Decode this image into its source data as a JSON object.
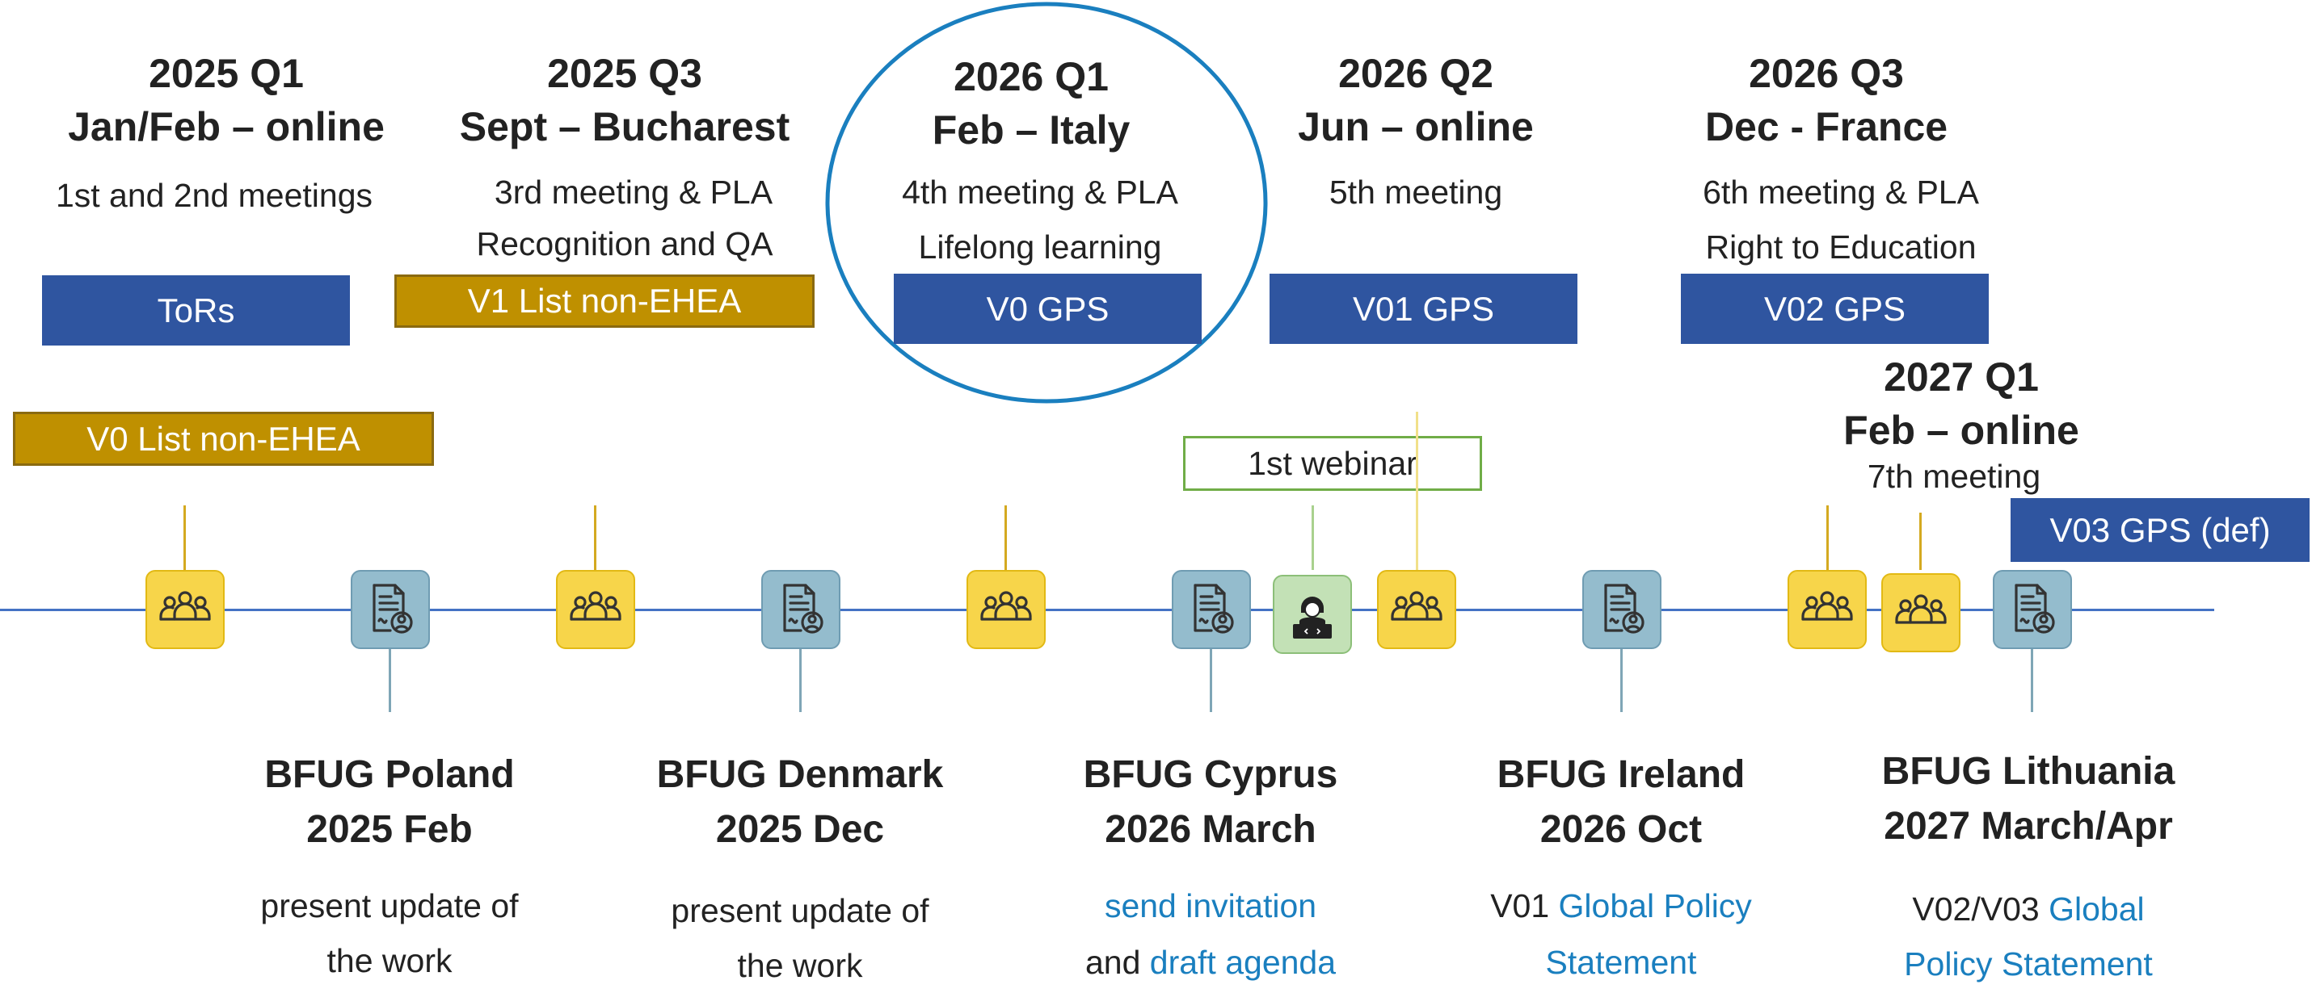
{
  "colors": {
    "meeting_icon": "#f7d54a",
    "doc_icon": "#94bccd",
    "webinar_icon": "#c3e1b6",
    "blue_box": "#2f55a0",
    "gold_box": "#bf9000",
    "timeline": "#4472c4",
    "link": "#1a7fbf",
    "highlight_circle": "#1a7fbf"
  },
  "top_events": [
    {
      "quarter": "2025 Q1",
      "place": "Jan/Feb – online",
      "desc1": "1st and 2nd  meetings",
      "desc2": "",
      "box": "ToRs",
      "box_color": "blue"
    },
    {
      "quarter": "2025 Q3",
      "place": "Sept – Bucharest",
      "desc1": "3rd meeting & PLA",
      "desc2": "Recognition and QA",
      "box": "V1 List non-EHEA",
      "box_color": "gold"
    },
    {
      "quarter": "2026 Q1",
      "place": "Feb – Italy",
      "desc1": "4th meeting & PLA",
      "desc2": "Lifelong learning",
      "box": "V0 GPS",
      "box_color": "blue",
      "highlighted": true
    },
    {
      "quarter": "2026 Q2",
      "place": "Jun – online",
      "desc1": "5th meeting",
      "desc2": "",
      "box": "V01 GPS",
      "box_color": "blue"
    },
    {
      "quarter": "2026 Q3",
      "place": "Dec - France",
      "desc1": "6th meeting & PLA",
      "desc2": "Right to Education",
      "box": "V02 GPS",
      "box_color": "blue"
    }
  ],
  "extra_box_left": "V0 List non-EHEA",
  "webinar_label": "1st webinar",
  "q1_2027": {
    "quarter": "2027 Q1",
    "place": "Feb – online",
    "desc": "7th meeting",
    "box": "V03 GPS (def)"
  },
  "icons": [
    "meeting-icon",
    "document-signature-icon",
    "webinar-coder-icon"
  ],
  "bfug": [
    {
      "title": "BFUG Poland",
      "date": "2025 Feb",
      "line1": "present update of",
      "line2": "the work"
    },
    {
      "title": "BFUG Denmark",
      "date": "2025 Dec",
      "line1": "present update of",
      "line2": "the work"
    },
    {
      "title": "BFUG Cyprus",
      "date": "2026 March",
      "line1_link": "send invitation",
      "line2_pre": "and ",
      "line2_link": "draft agenda"
    },
    {
      "title": "BFUG Ireland",
      "date": "2026 Oct",
      "line1_pre": "V01 ",
      "line1_link": "Global Policy",
      "line2_link": "Statement"
    },
    {
      "title": "BFUG Lithuania",
      "date": "2027 March/Apr",
      "line1_pre": "V02/V03 ",
      "line1_link": "Global",
      "line2_link": "Policy Statement"
    }
  ]
}
